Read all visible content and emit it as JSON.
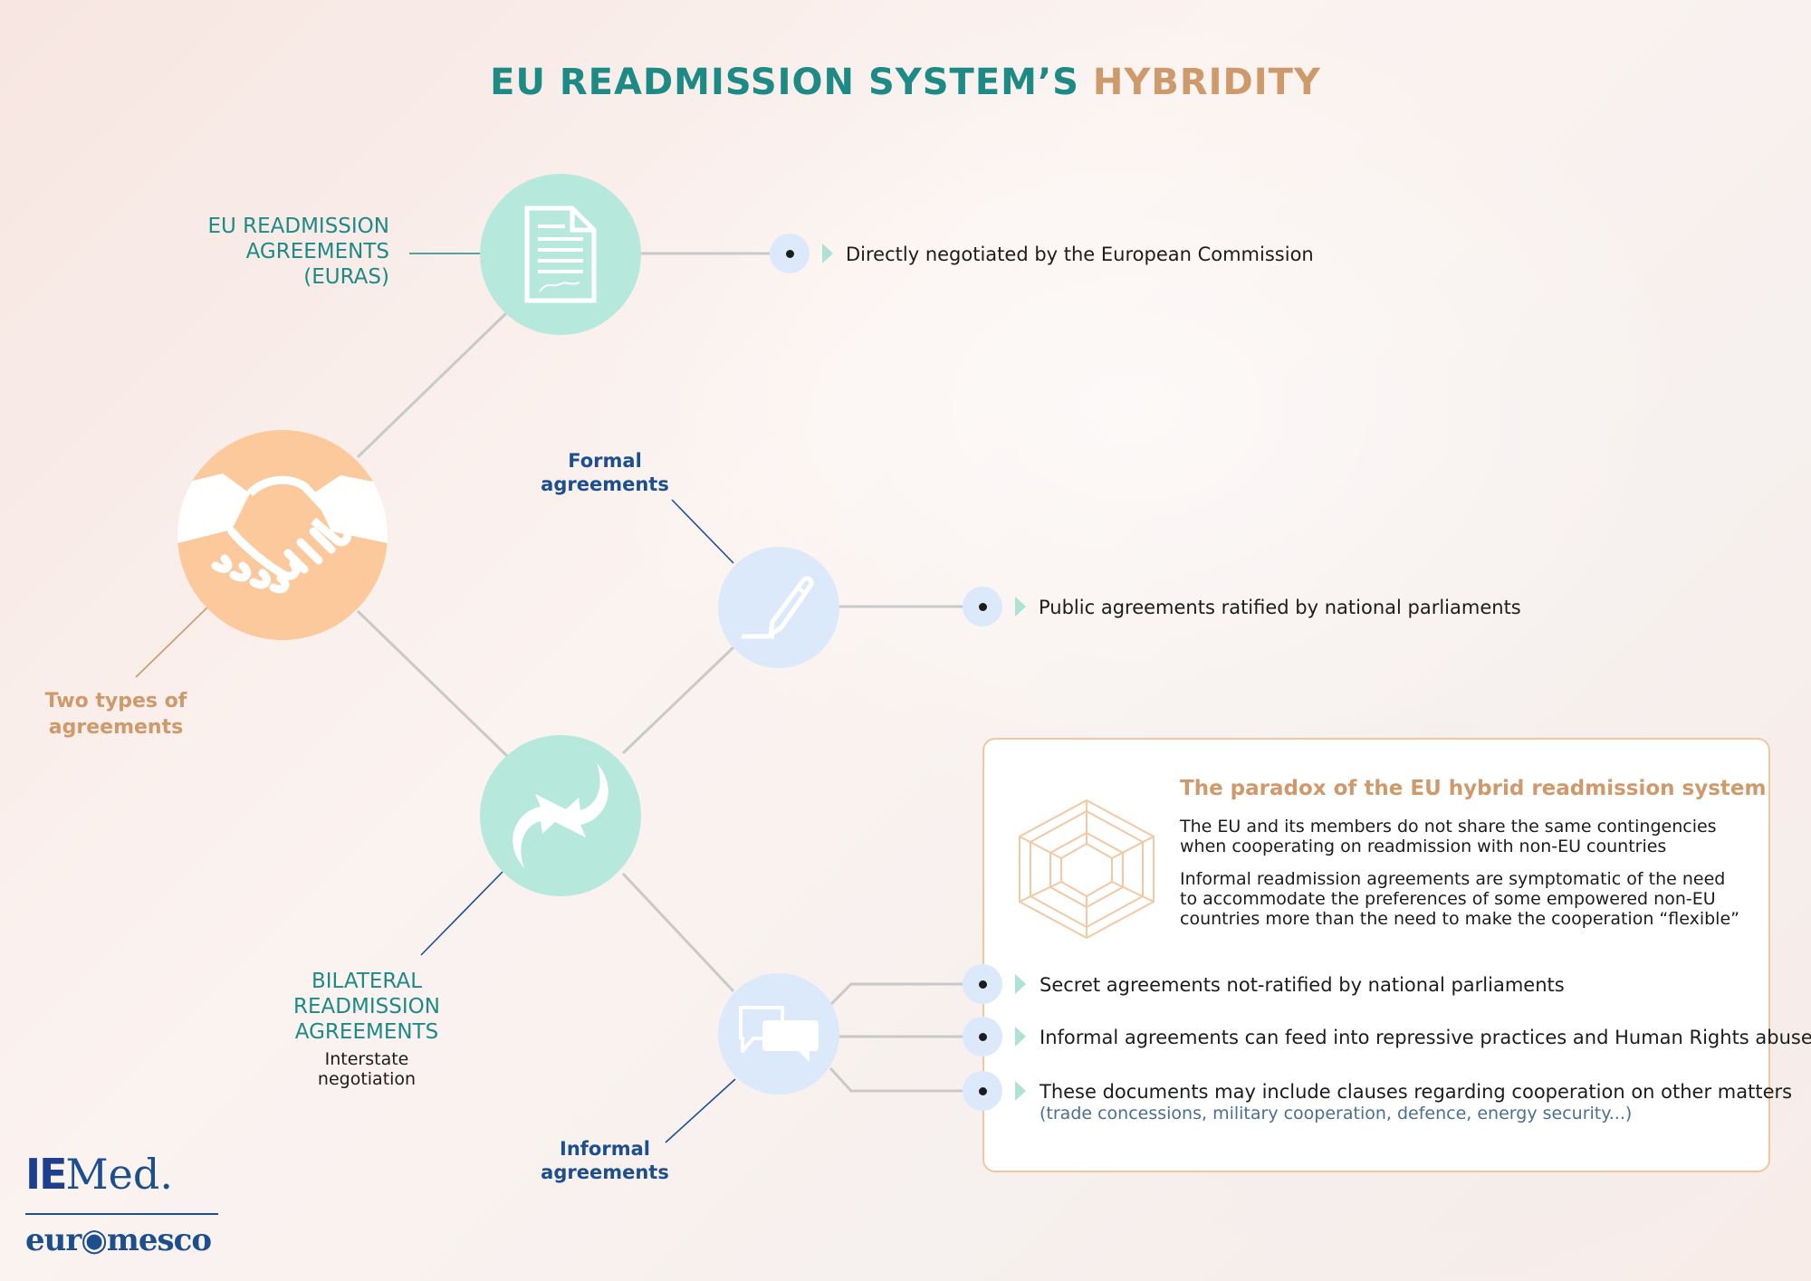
{
  "title": {
    "part1": "EU READMISSION SYSTEM’S",
    "part2": "HYBRIDITY"
  },
  "nodes": {
    "euras_label": [
      "EU READMISSION",
      "AGREEMENTS",
      "(EURAS)"
    ],
    "two_types_label": [
      "Two types of",
      "agreements"
    ],
    "formal_label": [
      "Formal",
      "agreements"
    ],
    "bilateral_label": [
      "BILATERAL",
      "READMISSION",
      "AGREEMENTS"
    ],
    "bilateral_sub": [
      "Interstate",
      "negotiation"
    ],
    "informal_label": [
      "Informal",
      "agreements"
    ]
  },
  "bullets": {
    "euras": "Directly negotiated by the European Commission",
    "formal": "Public agreements ratified by national parliaments",
    "informal": [
      {
        "text": "Secret agreements not-ratified by national parliaments"
      },
      {
        "text": "Informal agreements can feed into repressive practices and Human Rights abuses"
      },
      {
        "text": "These documents may include clauses regarding cooperation on other matters",
        "sub": "(trade concessions, military cooperation, defence, energy security...)"
      }
    ]
  },
  "paradox": {
    "title": "The paradox of the EU hybrid readmission system",
    "p1": [
      "The EU and its members do not share the same contingencies",
      "when cooperating on readmission with non-EU countries"
    ],
    "p2": [
      "Informal readmission agreements are symptomatic of the need",
      "to accommodate the preferences of some empowered non-EU",
      "countries more than the need to make the cooperation “flexible”"
    ]
  },
  "logos": {
    "iemed_bold": "IE",
    "iemed_rest": "Med.",
    "euromesco": "eur◉mesco"
  },
  "colors": {
    "teal": "#1d8a86",
    "orange": "#cf9a6b",
    "navy": "#1d4f8f",
    "teal_circle": "#b6e8dc",
    "orange_circle": "#fcc99d",
    "blue_circle": "#dce9fb"
  }
}
